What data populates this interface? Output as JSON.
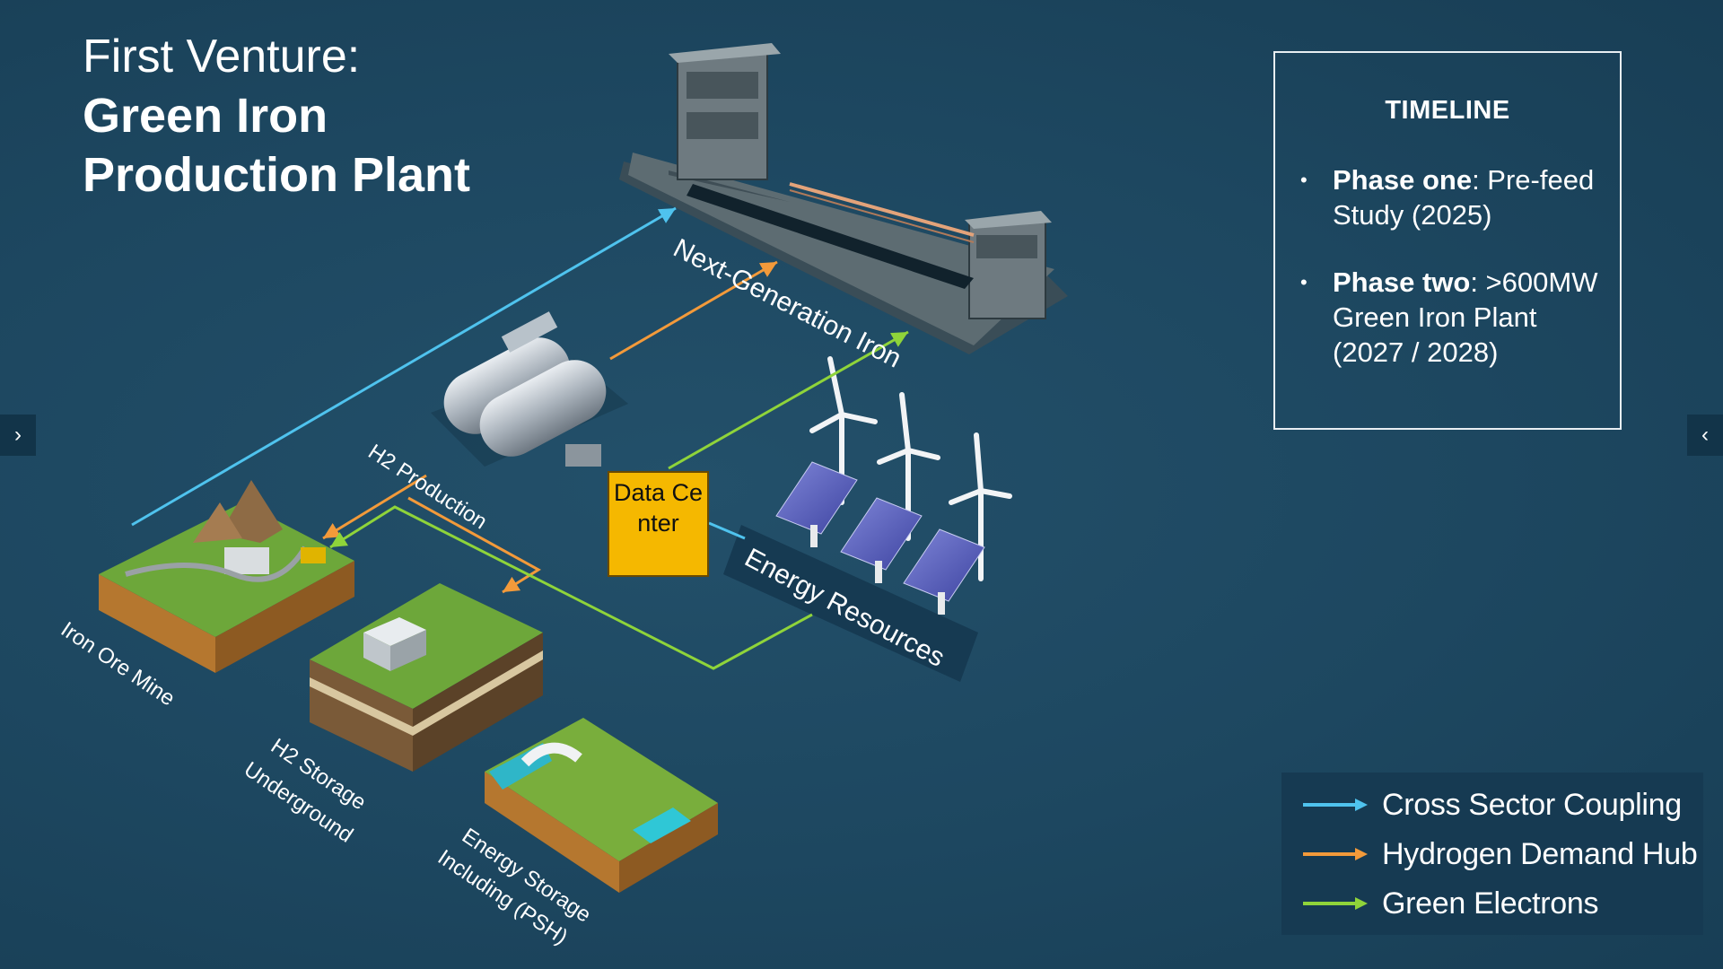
{
  "title": {
    "line1": "First Venture:",
    "line2": "Green Iron",
    "line3": "Production Plant"
  },
  "timeline": {
    "heading": "TIMELINE",
    "items": [
      {
        "bold": "Phase one",
        "text": ": Pre-feed Study (2025)"
      },
      {
        "bold": "Phase two",
        "text": ": >600MW Green Iron Plant (2027 / 2028)"
      }
    ]
  },
  "diagram_labels": {
    "iron_plant": "Next-Generation Iron",
    "h2_production": "H2 Production",
    "data_center": "Data Center",
    "energy_resources": "Energy Resources",
    "iron_ore_mine": "Iron Ore Mine",
    "h2_storage_line1": "H2 Storage",
    "h2_storage_line2": "Underground",
    "energy_storage_line1": "Energy Storage",
    "energy_storage_line2": "Including (PSH)"
  },
  "legend": [
    {
      "label": "Cross Sector Coupling",
      "color": "#4fc3ee"
    },
    {
      "label": "Hydrogen Demand Hub",
      "color": "#f39a3a"
    },
    {
      "label": "Green Electrons",
      "color": "#8fd43a"
    }
  ],
  "nav": {
    "prev_icon": "chevron-right-icon",
    "next_icon": "chevron-left-icon"
  },
  "colors": {
    "background": "#1e4860",
    "data_center": "#f5b800",
    "legend_bg": "#163a52"
  }
}
